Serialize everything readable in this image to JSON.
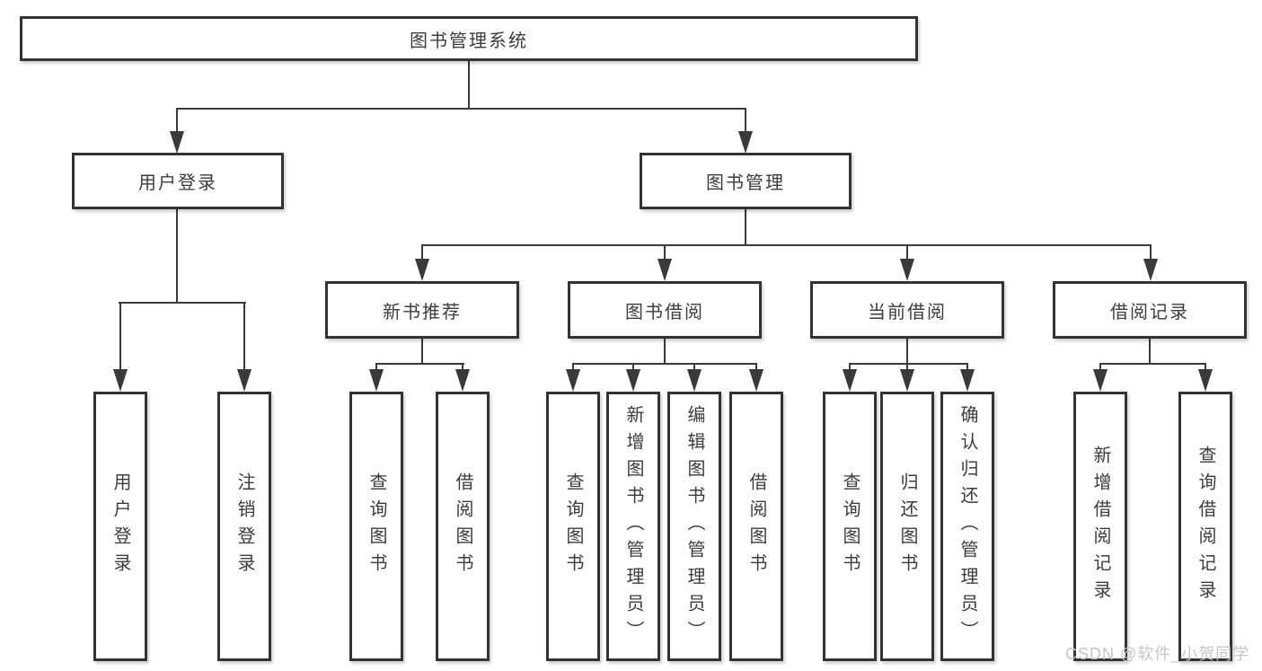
{
  "diagram_title": "图书管理系统",
  "tree": {
    "label": "图书管理系统",
    "children": [
      {
        "label": "用户登录",
        "children": [
          {
            "label": "用户登录"
          },
          {
            "label": "注销登录"
          }
        ]
      },
      {
        "label": "图书管理",
        "children": [
          {
            "label": "新书推荐",
            "children": [
              {
                "label": "查询图书"
              },
              {
                "label": "借阅图书"
              }
            ]
          },
          {
            "label": "图书借阅",
            "children": [
              {
                "label": "查询图书"
              },
              {
                "label": "新增图书（管理员）"
              },
              {
                "label": "编辑图书（管理员）"
              },
              {
                "label": "借阅图书"
              }
            ]
          },
          {
            "label": "当前借阅",
            "children": [
              {
                "label": "查询图书"
              },
              {
                "label": "归还图书"
              },
              {
                "label": "确认归还（管理员）"
              }
            ]
          },
          {
            "label": "借阅记录",
            "children": [
              {
                "label": "新增借阅记录"
              },
              {
                "label": "查询借阅记录"
              }
            ]
          }
        ]
      }
    ]
  },
  "watermark": {
    "text": "CSDN @软件_小贺同学"
  },
  "colors": {
    "line": "#3a3a3a",
    "box_border": "#333333",
    "text": "#3c3c3c",
    "background": "#ffffff",
    "watermark": "#c3c3c3"
  }
}
